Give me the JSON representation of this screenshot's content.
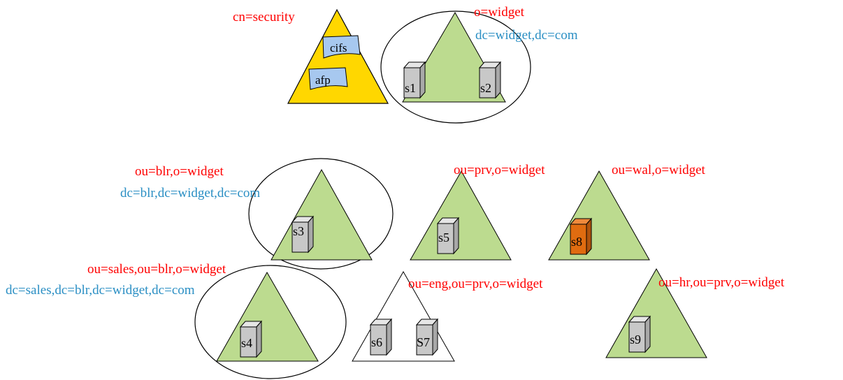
{
  "colors": {
    "label_red": "#ff0000",
    "label_blue": "#2b8fc4",
    "tree_green": "#bcdb8f",
    "security_yellow": "#ffd700",
    "server_gray": "#c8c8c8",
    "server_orange": "#e06c10",
    "doc_blue": "#a7c8ef"
  },
  "security": {
    "label": "cn=security",
    "docs": [
      "cifs",
      "afp"
    ]
  },
  "trees": [
    {
      "id": "widget",
      "label": "o=widget",
      "dc_label": "dc=widget,dc=com",
      "servers": [
        "s1",
        "s2"
      ]
    },
    {
      "id": "blr",
      "label": "ou=blr,o=widget",
      "dc_label": "dc=blr,dc=widget,dc=com",
      "servers": [
        "s3"
      ]
    },
    {
      "id": "prv",
      "label": "ou=prv,o=widget",
      "servers": [
        "s5"
      ]
    },
    {
      "id": "wal",
      "label": "ou=wal,o=widget",
      "servers": [
        "s8"
      ]
    },
    {
      "id": "sales",
      "label": "ou=sales,ou=blr,o=widget",
      "dc_label": "dc=sales,dc=blr,dc=widget,dc=com",
      "servers": [
        "s4"
      ]
    },
    {
      "id": "eng",
      "label": "ou=eng,ou=prv,o=widget",
      "servers": [
        "s6",
        "S7"
      ]
    },
    {
      "id": "hr",
      "label": "ou=hr,ou=prv,o=widget",
      "servers": [
        "s9"
      ]
    }
  ]
}
